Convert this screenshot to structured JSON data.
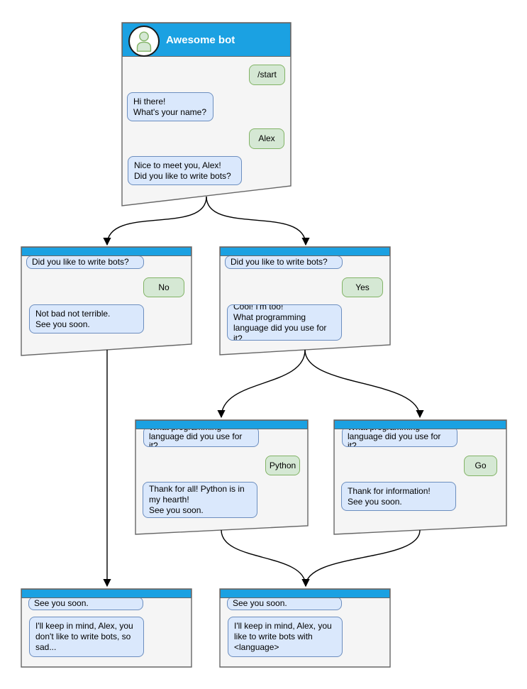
{
  "colors": {
    "header-blue": "#1BA1E2",
    "window-fill": "#F5F5F5",
    "window-stroke": "#666666",
    "bot-bubble-fill": "#DAE8FC",
    "bot-bubble-stroke": "#6C8EBF",
    "user-bubble-fill": "#D5E8D4",
    "user-bubble-stroke": "#82B366",
    "arrow": "#000000",
    "title-text": "#FFFFFF"
  },
  "windows": [
    {
      "id": "main",
      "title": "Awesome bot",
      "messages": [
        {
          "from": "user",
          "text": "/start"
        },
        {
          "from": "bot",
          "text": "Hi there!\nWhat's your name?"
        },
        {
          "from": "user",
          "text": "Alex"
        },
        {
          "from": "bot",
          "text": "Nice to meet you, Alex!\nDid you like to write bots?"
        }
      ]
    },
    {
      "id": "branch-no",
      "messages": [
        {
          "from": "bot",
          "text": "Did you like to write bots?"
        },
        {
          "from": "user",
          "text": "No"
        },
        {
          "from": "bot",
          "text": "Not bad not terrible.\nSee you soon."
        }
      ]
    },
    {
      "id": "branch-yes",
      "messages": [
        {
          "from": "bot",
          "text": "Did you like to write bots?"
        },
        {
          "from": "user",
          "text": "Yes"
        },
        {
          "from": "bot",
          "text": "Cool! I'm too!\nWhat programming\nlanguage did you use for it?"
        }
      ]
    },
    {
      "id": "branch-python",
      "messages": [
        {
          "from": "bot",
          "text": "What programming\nlanguage did you use for it?"
        },
        {
          "from": "user",
          "text": "Python"
        },
        {
          "from": "bot",
          "text": "Thank for all! Python is in\nmy hearth!\nSee you soon."
        }
      ]
    },
    {
      "id": "branch-go",
      "messages": [
        {
          "from": "bot",
          "text": "What programming\nlanguage did you use for it?"
        },
        {
          "from": "user",
          "text": "Go"
        },
        {
          "from": "bot",
          "text": "Thank for information!\nSee you soon."
        }
      ]
    },
    {
      "id": "end-no",
      "messages": [
        {
          "from": "bot",
          "text": "See you soon."
        },
        {
          "from": "bot",
          "text": "I'll keep in mind, Alex, you\ndon't like to write bots, so\nsad..."
        }
      ]
    },
    {
      "id": "end-yes",
      "messages": [
        {
          "from": "bot",
          "text": "See you soon."
        },
        {
          "from": "bot",
          "text": "I'll keep in mind, Alex, you\nlike to write bots with\n<language>"
        }
      ]
    }
  ]
}
